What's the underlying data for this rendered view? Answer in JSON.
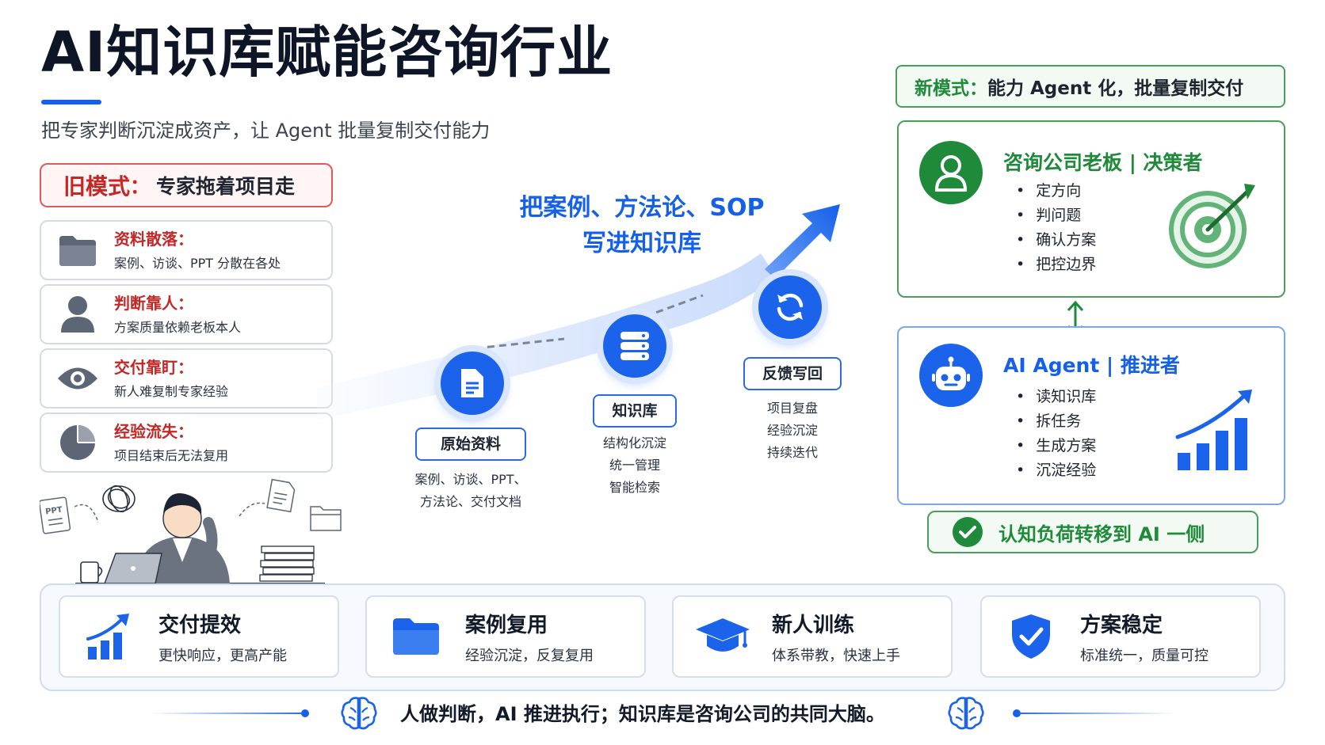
{
  "header": {
    "title": "AI知识库赋能咨询行业",
    "subtitle": "把专家判断沉淀成资产，让 Agent 批量复制交付能力"
  },
  "old_mode": {
    "label": "旧模式",
    "colon": "：",
    "text": "专家拖着项目走",
    "items": [
      {
        "title": "资料散落：",
        "desc": "案例、访谈、PPT 分散在各处",
        "icon": "folder-icon"
      },
      {
        "title": "判断靠人：",
        "desc": "方案质量依赖老板本人",
        "icon": "person-icon"
      },
      {
        "title": "交付靠盯：",
        "desc": "新人难复制专家经验",
        "icon": "eye-icon"
      },
      {
        "title": "经验流失：",
        "desc": "项目结束后无法复用",
        "icon": "pie-chart-icon"
      }
    ]
  },
  "center": {
    "headline_1": "把案例、方法论、SOP",
    "headline_2": "写进知识库",
    "nodes": [
      {
        "label": "原始资料",
        "desc_1": "案例、访谈、PPT、",
        "desc_2": "方法论、交付文档",
        "desc_3": ""
      },
      {
        "label": "知识库",
        "desc_1": "结构化沉淀",
        "desc_2": "统一管理",
        "desc_3": "智能检索"
      },
      {
        "label": "反馈写回",
        "desc_1": "项目复盘",
        "desc_2": "经验沉淀",
        "desc_3": "持续迭代"
      }
    ]
  },
  "new_mode": {
    "label": "新模式：",
    "text": "能力 Agent 化，批量复制交付",
    "boss": {
      "title": "咨询公司老板 | 决策者",
      "items": [
        "定方向",
        "判问题",
        "确认方案",
        "把控边界"
      ]
    },
    "agent": {
      "title": "AI Agent | 推进者",
      "items": [
        "读知识库",
        "拆任务",
        "生成方案",
        "沉淀经验"
      ]
    },
    "shift": "认知负荷转移到 AI 一侧"
  },
  "benefits": [
    {
      "title": "交付提效",
      "desc": "更快响应，更高产能",
      "icon": "growth-chart-icon"
    },
    {
      "title": "案例复用",
      "desc": "经验沉淀，反复复用",
      "icon": "folder-icon"
    },
    {
      "title": "新人训练",
      "desc": "体系带教，快速上手",
      "icon": "graduation-cap-icon"
    },
    {
      "title": "方案稳定",
      "desc": "标准统一，质量可控",
      "icon": "shield-check-icon"
    }
  ],
  "footer": {
    "text": "人做判断，AI 推进执行；知识库是咨询公司的共同大脑。"
  },
  "illustration": {
    "ppt_label": "PPT"
  },
  "colors": {
    "primary_blue": "#1560e8",
    "old_red": "#c52727",
    "new_green": "#1e8a3a"
  }
}
